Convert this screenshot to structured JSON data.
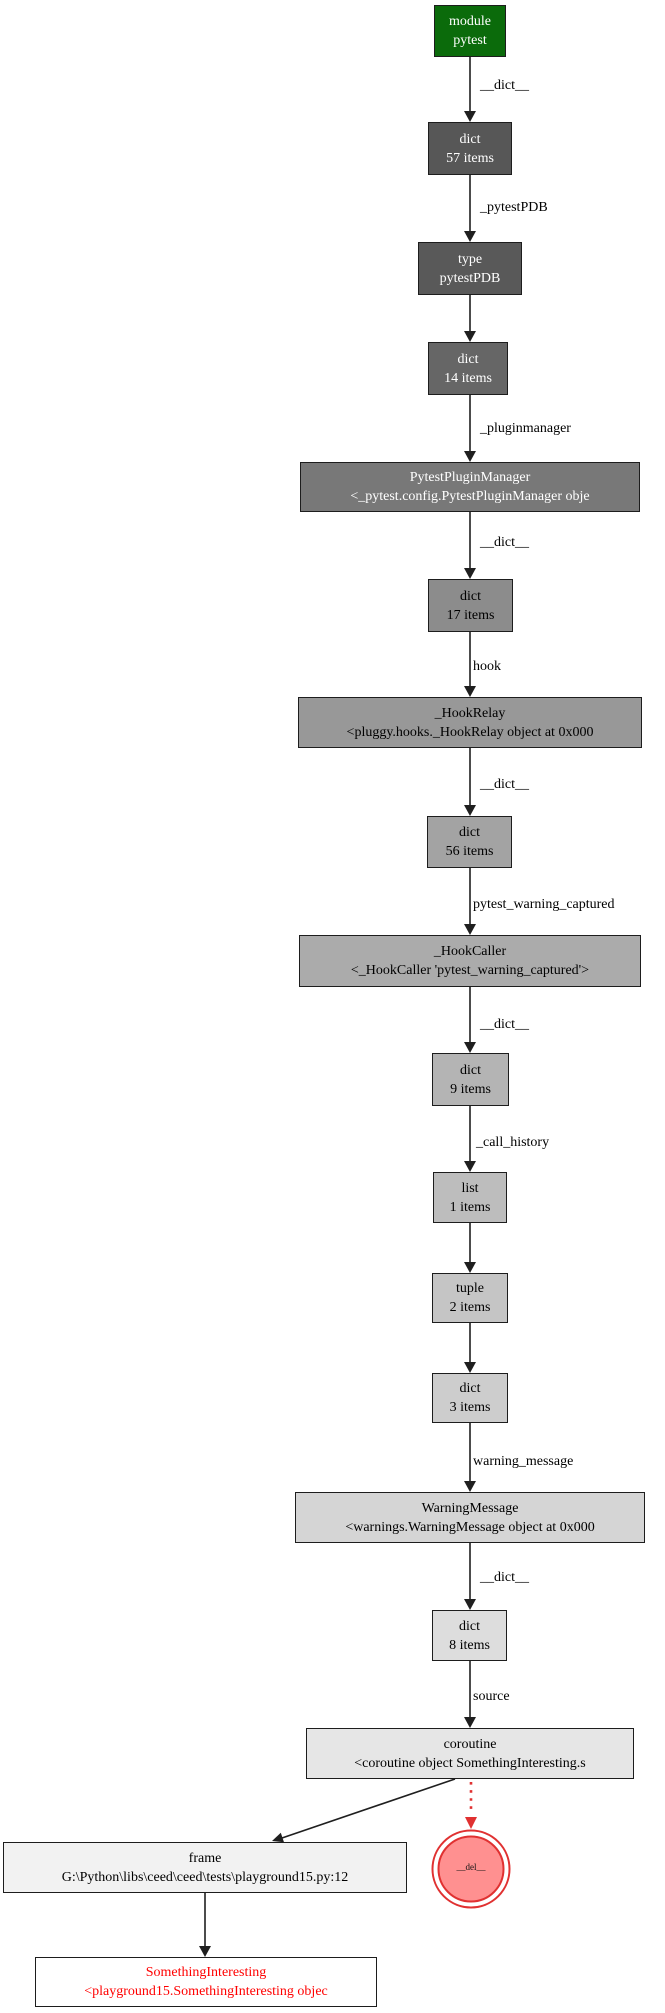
{
  "diagram": {
    "type": "object-reference-graph",
    "nodes": [
      {
        "id": "module-pytest",
        "line1": "module",
        "line2": "pytest"
      },
      {
        "id": "dict-57",
        "line1": "dict",
        "line2": "57 items"
      },
      {
        "id": "type-pytestpdb",
        "line1": "type",
        "line2": "pytestPDB"
      },
      {
        "id": "dict-14",
        "line1": "dict",
        "line2": "14 items"
      },
      {
        "id": "pytest-plugin-manager",
        "line1": "PytestPluginManager",
        "line2": "<_pytest.config.PytestPluginManager obje"
      },
      {
        "id": "dict-17",
        "line1": "dict",
        "line2": "17 items"
      },
      {
        "id": "hook-relay",
        "line1": "_HookRelay",
        "line2": "<pluggy.hooks._HookRelay object at 0x000"
      },
      {
        "id": "dict-56",
        "line1": "dict",
        "line2": "56 items"
      },
      {
        "id": "hook-caller",
        "line1": "_HookCaller",
        "line2": "<_HookCaller 'pytest_warning_captured'>"
      },
      {
        "id": "dict-9",
        "line1": "dict",
        "line2": "9 items"
      },
      {
        "id": "list-1",
        "line1": "list",
        "line2": "1 items"
      },
      {
        "id": "tuple-2",
        "line1": "tuple",
        "line2": "2 items"
      },
      {
        "id": "dict-3",
        "line1": "dict",
        "line2": "3 items"
      },
      {
        "id": "warning-message",
        "line1": "WarningMessage",
        "line2": "<warnings.WarningMessage object at 0x000"
      },
      {
        "id": "dict-8",
        "line1": "dict",
        "line2": "8 items"
      },
      {
        "id": "coroutine",
        "line1": "coroutine",
        "line2": "<coroutine object SomethingInteresting.s"
      },
      {
        "id": "frame",
        "line1": "frame",
        "line2": "G:\\Python\\libs\\ceed\\ceed\\tests\\playground15.py:12"
      },
      {
        "id": "del-circle",
        "line1": "__del__",
        "line2": ""
      },
      {
        "id": "something-interesting",
        "line1": "SomethingInteresting",
        "line2": "<playground15.SomethingInteresting objec"
      }
    ],
    "edge_labels": [
      {
        "text": "__dict__"
      },
      {
        "text": "_pytestPDB"
      },
      {
        "text": "_pluginmanager"
      },
      {
        "text": "__dict__"
      },
      {
        "text": "hook"
      },
      {
        "text": "__dict__"
      },
      {
        "text": "pytest_warning_captured"
      },
      {
        "text": "__dict__"
      },
      {
        "text": "_call_history"
      },
      {
        "text": "warning_message"
      },
      {
        "text": "__dict__"
      },
      {
        "text": "source"
      }
    ],
    "colors": {
      "module_green": "#0b6b0b",
      "edge_black": "#1f1f1f",
      "highlight_red_border": "#e03131",
      "highlight_red_fill": "#ff9090",
      "target_text_red": "#ff0000",
      "background": "#ffffff"
    }
  }
}
